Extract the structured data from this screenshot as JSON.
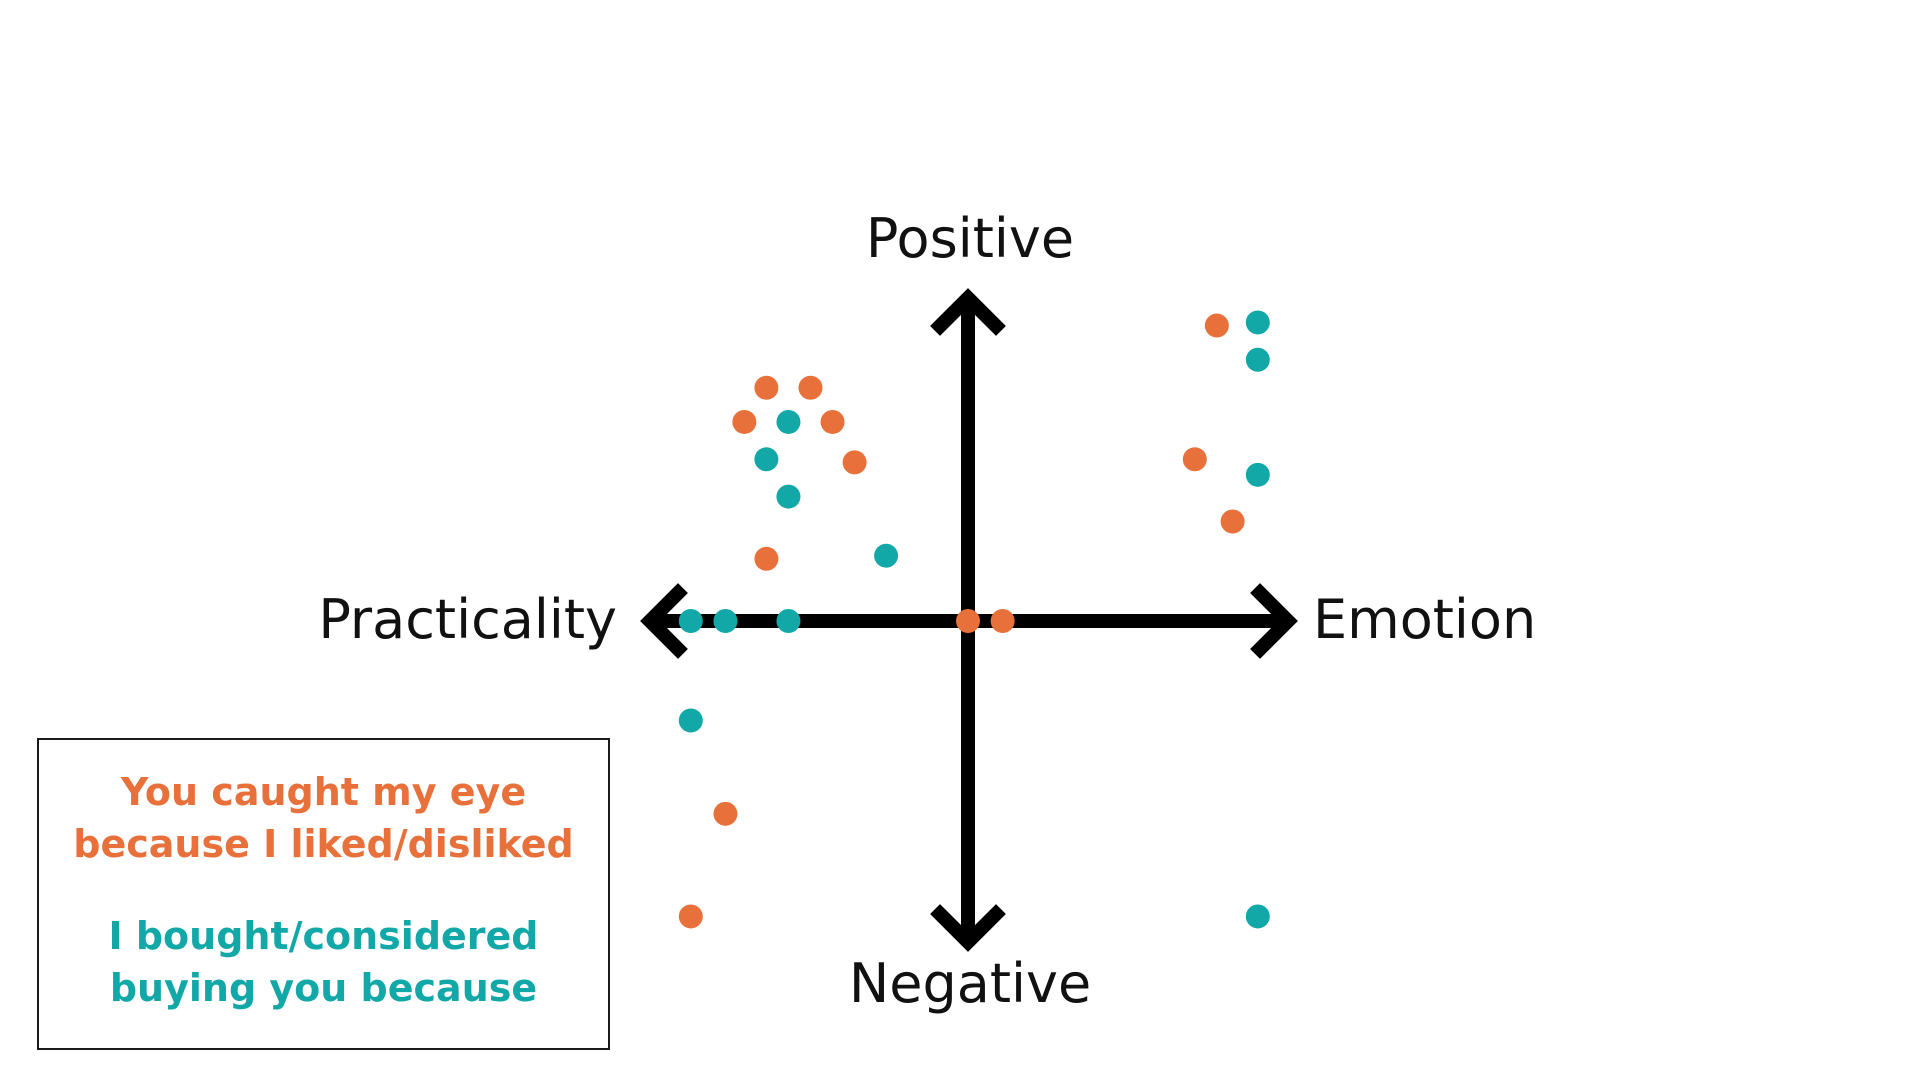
{
  "chart_data": {
    "type": "scatter",
    "axes": {
      "top": "Positive",
      "bottom": "Negative",
      "left": "Practicality",
      "right": "Emotion"
    },
    "xlim": [
      -10,
      10
    ],
    "ylim": [
      -10,
      10
    ],
    "grid": false,
    "legend_placement": "bottom-left",
    "colors": {
      "orange": "#E8703A",
      "teal": "#13A8A8",
      "axis": "#000000"
    },
    "series": [
      {
        "color_key": "orange",
        "points": [
          {
            "x": -6.4,
            "y": 7.5
          },
          {
            "x": -5.0,
            "y": 7.5
          },
          {
            "x": -7.1,
            "y": 6.4
          },
          {
            "x": -4.3,
            "y": 6.4
          },
          {
            "x": -3.6,
            "y": 5.1
          },
          {
            "x": -6.4,
            "y": 2.0
          },
          {
            "x": 7.9,
            "y": 9.5
          },
          {
            "x": 7.2,
            "y": 5.2
          },
          {
            "x": 8.4,
            "y": 3.2
          },
          {
            "x": 0.0,
            "y": 0.0
          },
          {
            "x": 1.1,
            "y": 0.0
          },
          {
            "x": -7.7,
            "y": -6.2
          },
          {
            "x": -8.8,
            "y": -9.5
          }
        ]
      },
      {
        "color_key": "teal",
        "points": [
          {
            "x": -5.7,
            "y": 6.4
          },
          {
            "x": -6.4,
            "y": 5.2
          },
          {
            "x": -5.7,
            "y": 4.0
          },
          {
            "x": -2.6,
            "y": 2.1
          },
          {
            "x": -8.8,
            "y": 0.0
          },
          {
            "x": -7.7,
            "y": 0.0
          },
          {
            "x": -5.7,
            "y": 0.0
          },
          {
            "x": 9.2,
            "y": 9.6
          },
          {
            "x": 9.2,
            "y": 8.4
          },
          {
            "x": 9.2,
            "y": 4.7
          },
          {
            "x": -8.8,
            "y": -3.2
          },
          {
            "x": 9.2,
            "y": -9.5
          }
        ]
      }
    ],
    "legend": [
      {
        "color_key": "orange",
        "lines": [
          "You caught my eye",
          "because I liked/disliked"
        ]
      },
      {
        "color_key": "teal",
        "lines": [
          "I bought/considered",
          "buying you because"
        ]
      }
    ]
  }
}
